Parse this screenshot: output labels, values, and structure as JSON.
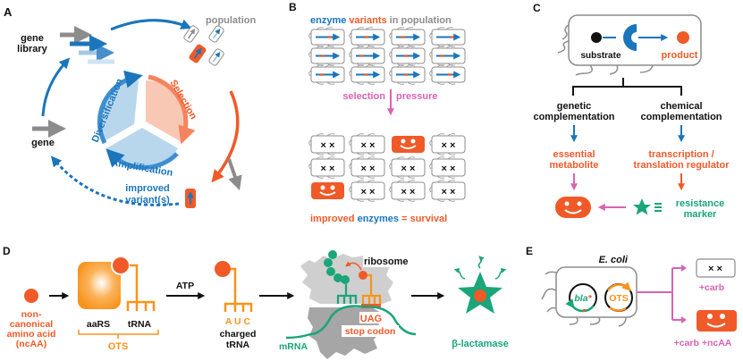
{
  "colors": {
    "blue": "#1a75bc",
    "light_blue": "#b9d7ec",
    "mid_blue": "#8fbde3",
    "orange": "#f05a28",
    "light_orange": "#f9c8b5",
    "salmon": "#f4845f",
    "gray": "#8c8c8c",
    "green": "#1aa57a",
    "pink": "#d863b4",
    "amber": "#f7941d",
    "black": "#111111",
    "ribosome_light": "#cfcfcf",
    "ribosome_dark": "#a6a6a6"
  },
  "panels": {
    "A": {
      "label": "A",
      "gene_library": [
        "gene",
        "library"
      ],
      "population": "population",
      "gene": "gene",
      "improved": [
        "improved",
        "variant(s)"
      ],
      "diversification": "Diversification",
      "selection": "Selection",
      "amplification": "Amplification"
    },
    "B": {
      "label": "B",
      "title_parts": [
        {
          "text": "enzyme",
          "color": "blue"
        },
        {
          "text": " variants",
          "color": "orange"
        },
        {
          "text": " in population",
          "color": "gray"
        }
      ],
      "selection": "selection",
      "pressure": "pressure",
      "footer_parts": [
        {
          "text": "improved",
          "color": "orange"
        },
        {
          "text": " enzymes",
          "color": "blue"
        },
        {
          "text": " = survival",
          "color": "orange"
        }
      ],
      "variant_marks": [
        [
          0.7,
          0.55,
          0.35,
          0.8
        ],
        [
          0.35,
          0.3,
          0.5,
          0.3
        ],
        [
          0.3,
          0.5,
          0.5,
          0.7
        ]
      ],
      "survivors": [
        [
          0,
          2
        ],
        [
          2,
          0
        ]
      ]
    },
    "C": {
      "label": "C",
      "substrate": "substrate",
      "product": "product",
      "genetic": [
        "genetic",
        "complementation"
      ],
      "chemical": [
        "chemical",
        "complementation"
      ],
      "essential": [
        "essential",
        "metabolite"
      ],
      "regulator": [
        "transcription /",
        "translation regulator"
      ],
      "resistance": [
        "resistance",
        "marker"
      ]
    },
    "D": {
      "label": "D",
      "ncaa": [
        "non-",
        "canonical",
        "amino acid",
        "(ncAA)"
      ],
      "aars": "aaRS",
      "trna": "tRNA",
      "ots": "OTS",
      "atp": "ATP",
      "anticodon": "A U C",
      "charged": [
        "charged",
        "tRNA"
      ],
      "ribosome": "ribosome",
      "uag": "UAG",
      "stop_codon": "stop codon",
      "mrna": "mRNA",
      "product": "β-lactamase"
    },
    "E": {
      "label": "E",
      "ecoli": "E. coli",
      "bla": "bla",
      "bla_star": "*",
      "ots": "OTS",
      "carb": "+carb",
      "carb_ncaa": "+carb +ncAA"
    }
  }
}
